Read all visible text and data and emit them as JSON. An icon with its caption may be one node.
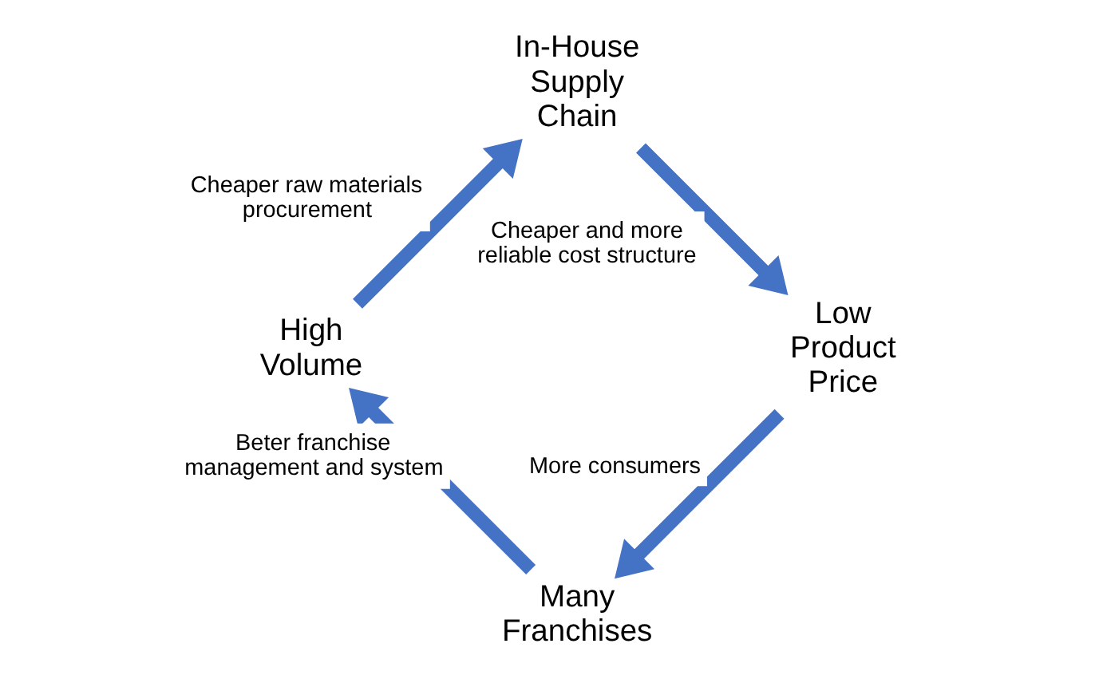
{
  "diagram": {
    "nodes": [
      {
        "text": [
          "Many Franchises"
        ]
      },
      {
        "text": [
          "High Volume"
        ]
      },
      {
        "text": [
          "In-House Supply Chain"
        ]
      },
      {
        "text": [
          "Low Product Price"
        ]
      }
    ],
    "edges": [
      {
        "from": 0,
        "to": 1,
        "arrow": "to",
        "label": "Beter franchise management and system"
      },
      {
        "from": 1,
        "to": 2,
        "arrow": "to",
        "label": "Cheaper raw materials procurement"
      },
      {
        "from": 2,
        "to": 3,
        "arrow": "to",
        "label": "Cheaper and more reliable cost structure"
      },
      {
        "from": 3,
        "to": 0,
        "arrow": "to",
        "label": "More consumers"
      }
    ]
  }
}
